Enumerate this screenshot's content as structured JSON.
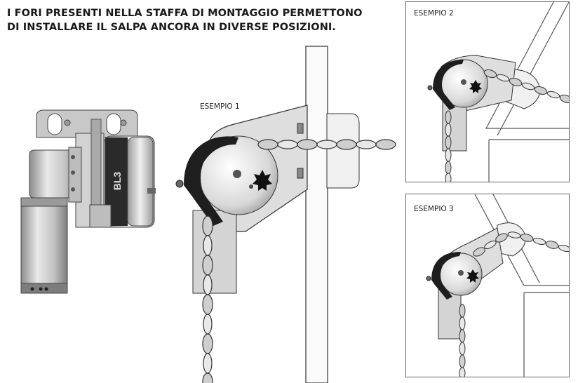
{
  "headline": {
    "line1": "I FORI PRESENTI NELLA STAFFA DI MONTAGGIO PERMETTONO",
    "line2": "DI INSTALLARE IL SALPA ANCORA IN DIVERSE POSIZIONI."
  },
  "examples": [
    {
      "label": "ESEMPIO 1"
    },
    {
      "label": "ESEMPIO 2"
    },
    {
      "label": "ESEMPIO 3"
    }
  ],
  "product_mark": "BL3",
  "colors": {
    "metal_light": "#e6e6e6",
    "metal_mid": "#b9b9b9",
    "metal_dark": "#7a7a7a",
    "black": "#1e1e1e",
    "outline": "#444444"
  }
}
